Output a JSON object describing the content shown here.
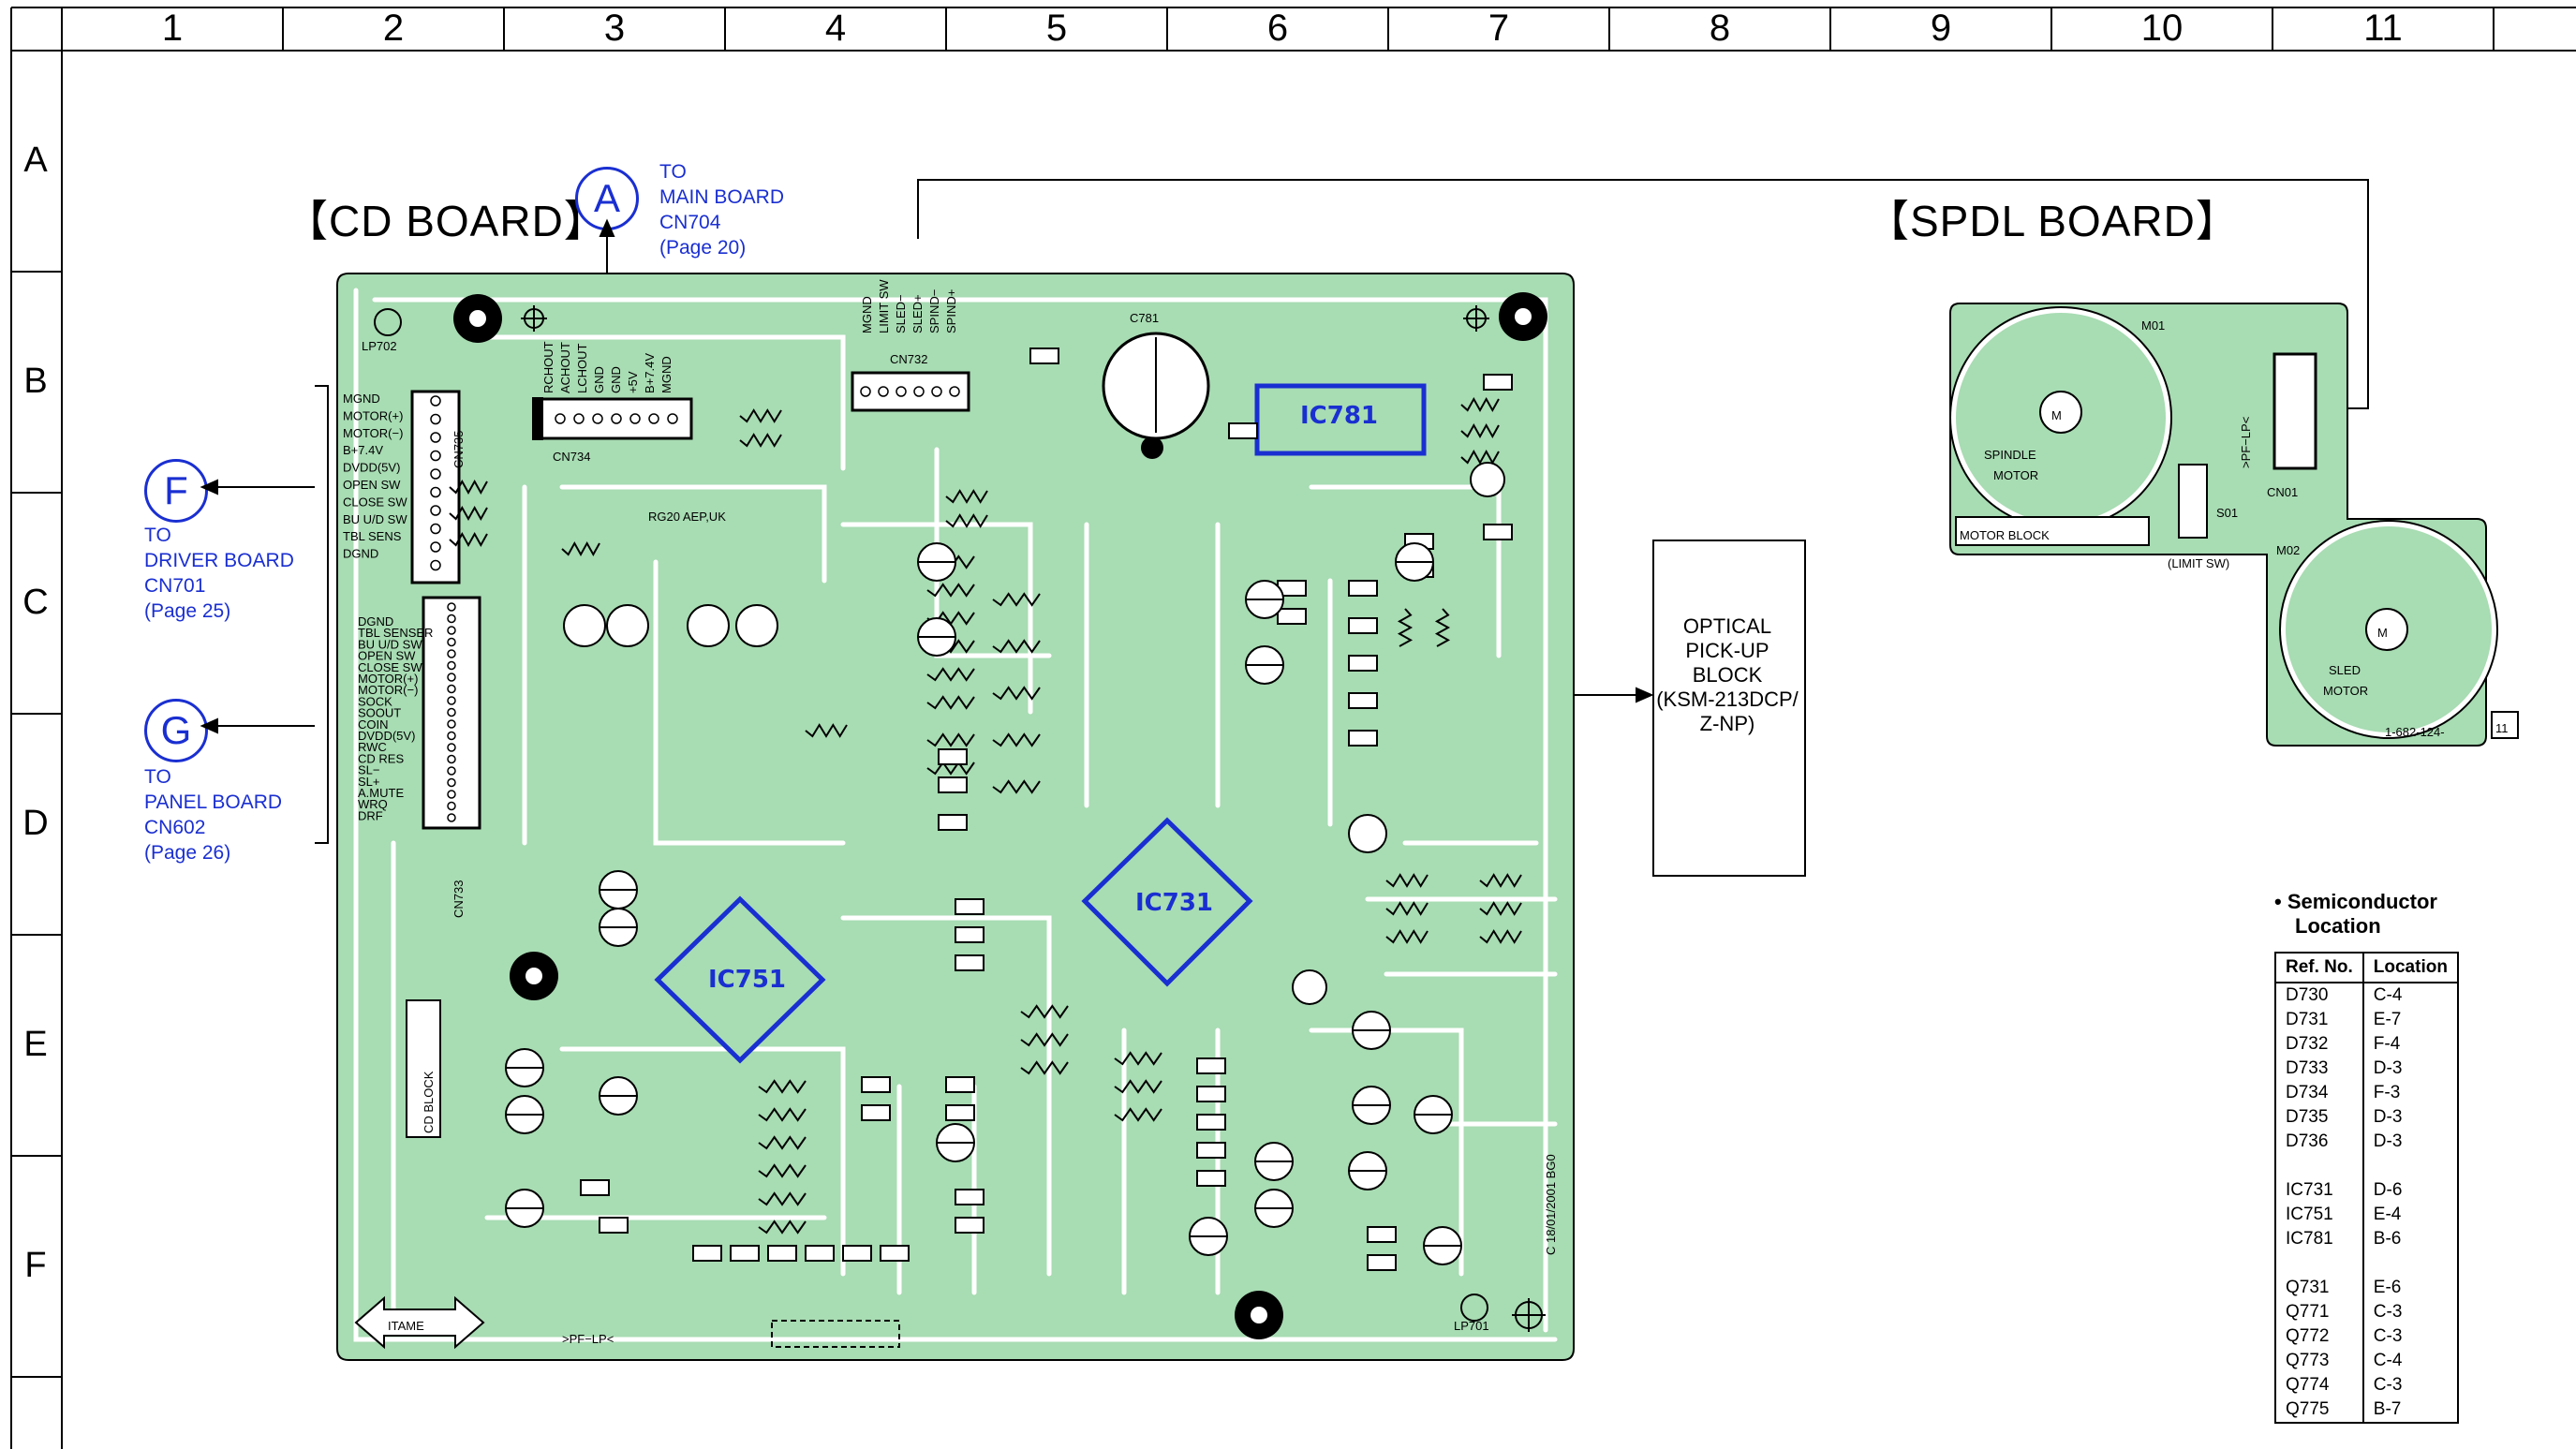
{
  "grid": {
    "columns": [
      "1",
      "2",
      "3",
      "4",
      "5",
      "6",
      "7",
      "8",
      "9",
      "10",
      "11"
    ],
    "rows": [
      "A",
      "B",
      "C",
      "D",
      "E",
      "F"
    ]
  },
  "boards": {
    "cd": "【CD BOARD】",
    "spdl": "【SPDL  BOARD】"
  },
  "connectors": {
    "a": {
      "letter": "A",
      "lines": [
        "TO",
        "MAIN BOARD",
        "CN704",
        "(Page 20)"
      ]
    },
    "f": {
      "letter": "F",
      "lines": [
        "TO",
        "DRIVER BOARD",
        "CN701",
        "(Page 25)"
      ]
    },
    "g": {
      "letter": "G",
      "lines": [
        "TO",
        "PANEL BOARD",
        "CN602",
        "(Page 26)"
      ]
    }
  },
  "ics": {
    "ic781": "IC781",
    "ic731": "IC731",
    "ic751": "IC751"
  },
  "cd_board_labels": {
    "cn735": "CN735",
    "cn734": "CN734",
    "cn733": "CN733",
    "cn732": "CN732",
    "c781": "C781",
    "lp702": "LP702",
    "lp701": "LP701",
    "itame": "ITAME",
    "pf_lp": ">PF−LP<",
    "cd_block": "CD BLOCK",
    "date": "C 18/01/2001 BG0",
    "rg20": "RG20  AEP,UK",
    "cn735_pins": [
      "MGND",
      "MOTOR(+)",
      "MOTOR(−)",
      "B+7.4V",
      "DVDD(5V)",
      "OPEN SW",
      "CLOSE SW",
      "BU U/D SW",
      "TBL SENS",
      "DGND"
    ],
    "cn733_pins": [
      "DGND",
      "TBL SENSER",
      "BU U/D SW",
      "OPEN SW",
      "CLOSE SW",
      "MOTOR(+)",
      "MOTOR(−)",
      "SOCK",
      "SOOUT",
      "COIN",
      "DVDD(5V)",
      "RWC",
      "CD RES",
      "SL−",
      "SL+",
      "A.MUTE",
      "WRQ",
      "DRF"
    ],
    "cn734_pins": [
      "RCHOUT",
      "ACHOUT",
      "LCHOUT",
      "GND",
      "GND",
      "+5V",
      "B+7.4V",
      "MGND"
    ],
    "cn732_pins": [
      "MGND",
      "LIMIT SW",
      "SLED−",
      "SLED+",
      "SPIND−",
      "SPIND+"
    ]
  },
  "spdl_labels": {
    "m01": "M01",
    "m02": "M02",
    "cn01": "CN01",
    "s01": "S01",
    "spindle_motor": [
      "SPINDLE",
      "MOTOR"
    ],
    "sled_motor": [
      "SLED",
      "MOTOR"
    ],
    "motor_block": "MOTOR BLOCK",
    "limit_sw": "(LIMIT SW)",
    "part_no": "1-682-124-",
    "page_box": "11",
    "pf_lp": ">PF−LP<"
  },
  "pickup": {
    "lines": [
      "OPTICAL",
      "PICK-UP",
      "BLOCK",
      "(KSM-213DCP/",
      "Z-NP)"
    ]
  },
  "semiconductor": {
    "title": [
      "• Semiconductor",
      "Location"
    ],
    "headers": [
      "Ref. No.",
      "Location"
    ],
    "rows": [
      [
        "D730",
        "C-4"
      ],
      [
        "D731",
        "E-7"
      ],
      [
        "D732",
        "F-4"
      ],
      [
        "D733",
        "D-3"
      ],
      [
        "D734",
        "F-3"
      ],
      [
        "D735",
        "D-3"
      ],
      [
        "D736",
        "D-3"
      ],
      [
        "",
        ""
      ],
      [
        "IC731",
        "D-6"
      ],
      [
        "IC751",
        "E-4"
      ],
      [
        "IC781",
        "B-6"
      ],
      [
        "",
        ""
      ],
      [
        "Q731",
        "E-6"
      ],
      [
        "Q771",
        "C-3"
      ],
      [
        "Q772",
        "C-3"
      ],
      [
        "Q773",
        "C-4"
      ],
      [
        "Q774",
        "C-3"
      ],
      [
        "Q775",
        "B-7"
      ]
    ]
  },
  "colors": {
    "pcb": "#a8dcb3",
    "trace": "#ffffff",
    "ic_border": "#1a2fd1",
    "ic_text": "#1a2fd1"
  }
}
